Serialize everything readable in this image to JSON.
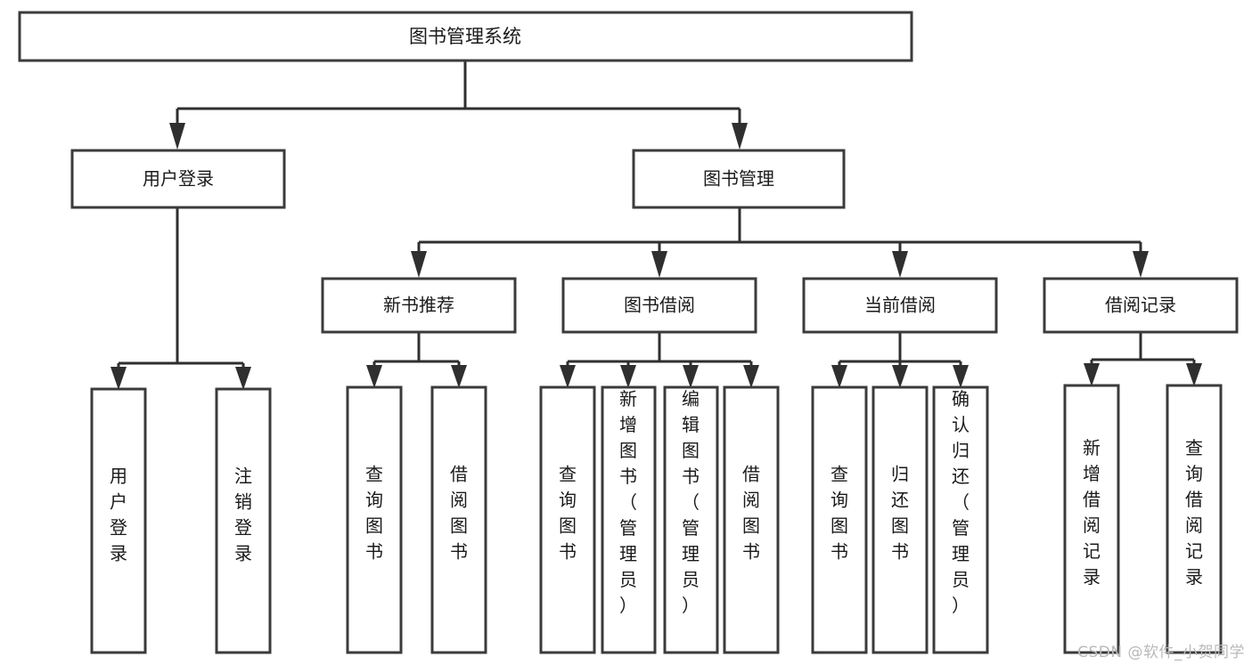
{
  "diagram": {
    "title": "图书管理系统",
    "watermark": "CSDN @软件_小贺同学",
    "colors": {
      "box_stroke": "#3b3b3b",
      "edge_stroke": "#2f2f2f",
      "box_fill": "#ffffff",
      "text": "#1a1a1a",
      "watermark": "#b9b9b9",
      "background": "#ffffff"
    },
    "root": {
      "label": "图书管理系统"
    },
    "level2": [
      {
        "label": "用户登录"
      },
      {
        "label": "图书管理"
      }
    ],
    "level3": [
      {
        "label": "新书推荐"
      },
      {
        "label": "图书借阅"
      },
      {
        "label": "当前借阅"
      },
      {
        "label": "借阅记录"
      }
    ],
    "leaves": {
      "user_login": [
        {
          "label": "用户登录"
        },
        {
          "label": "注销登录"
        }
      ],
      "new_book": [
        {
          "label": "查询图书"
        },
        {
          "label": "借阅图书"
        }
      ],
      "book_borrow": [
        {
          "label": "查询图书"
        },
        {
          "label": "新增图书（管理员）"
        },
        {
          "label": "编辑图书（管理员）"
        },
        {
          "label": "借阅图书"
        }
      ],
      "current_borrow": [
        {
          "label": "查询图书"
        },
        {
          "label": "归还图书"
        },
        {
          "label": "确认归还（管理员）"
        }
      ],
      "borrow_record": [
        {
          "label": "新增借阅记录"
        },
        {
          "label": "查询借阅记录"
        }
      ]
    }
  }
}
